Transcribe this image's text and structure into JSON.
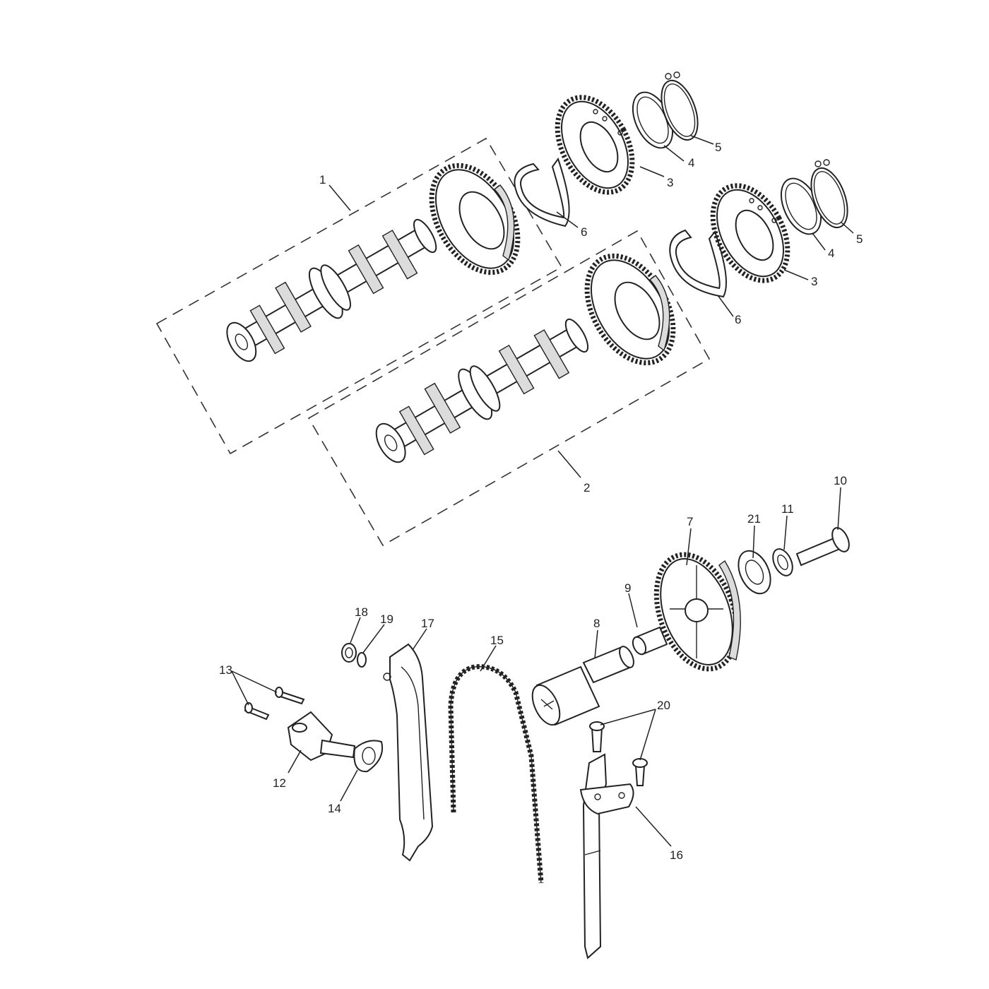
{
  "diagram": {
    "callouts": {
      "c1": "1",
      "c2": "2",
      "c3a": "3",
      "c3b": "3",
      "c4a": "4",
      "c4b": "4",
      "c5a": "5",
      "c5b": "5",
      "c6a": "6",
      "c6b": "6",
      "c7": "7",
      "c8": "8",
      "c9": "9",
      "c10": "10",
      "c11": "11",
      "c12": "12",
      "c13": "13",
      "c14": "14",
      "c15": "15",
      "c16": "16",
      "c17": "17",
      "c18": "18",
      "c19": "19",
      "c20": "20",
      "c21": "21"
    }
  }
}
